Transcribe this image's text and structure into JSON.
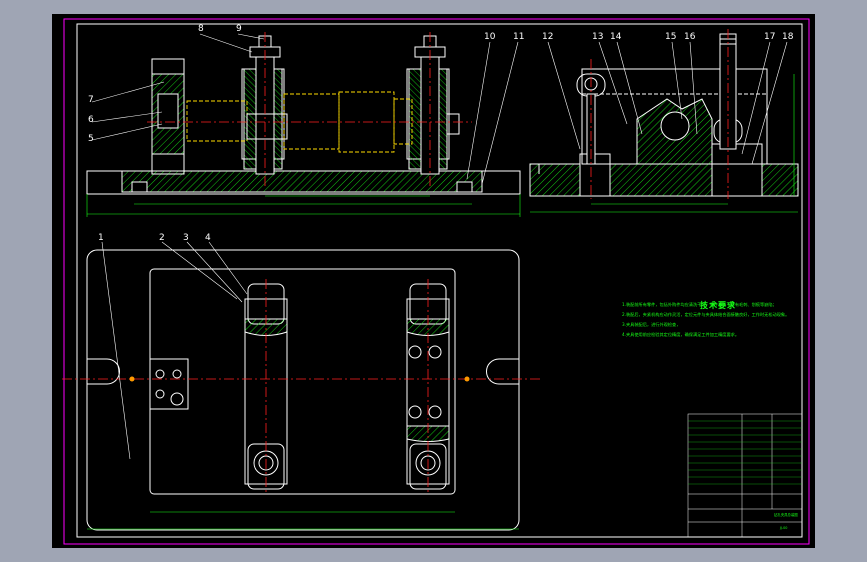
{
  "drawing": {
    "part_labels": [
      "1",
      "2",
      "3",
      "4",
      "5",
      "6",
      "7",
      "8",
      "9",
      "10",
      "11",
      "12",
      "13",
      "14",
      "15",
      "16",
      "17",
      "18"
    ],
    "colors": {
      "background": "#000000",
      "outline": "#ffffff",
      "dimension": "#17ff17",
      "hatch": "#17ff17",
      "centerline": "#ff2020",
      "hidden": "#ffdd00",
      "frame": "#ff00ff",
      "window": "#9fa5b4"
    }
  },
  "notes": {
    "title": "技术要求",
    "lines": [
      "1.装配前所有零件，包括外购件均应清洗干净，零件表面不得有毛刺、划痕等缺陷；",
      "2.装配后，夹紧机构应动作灵活，定位元件与夹具体结合面接触良好，工作时无松动现象。",
      "3.夹具装配后，进行外观检查，",
      "4.夹具使用前应检验其定位精度，确保满足工件加工精度要求。"
    ]
  },
  "title_block": {
    "name": "钻孔夹具总装图",
    "drawing_no": "JJ-00"
  }
}
